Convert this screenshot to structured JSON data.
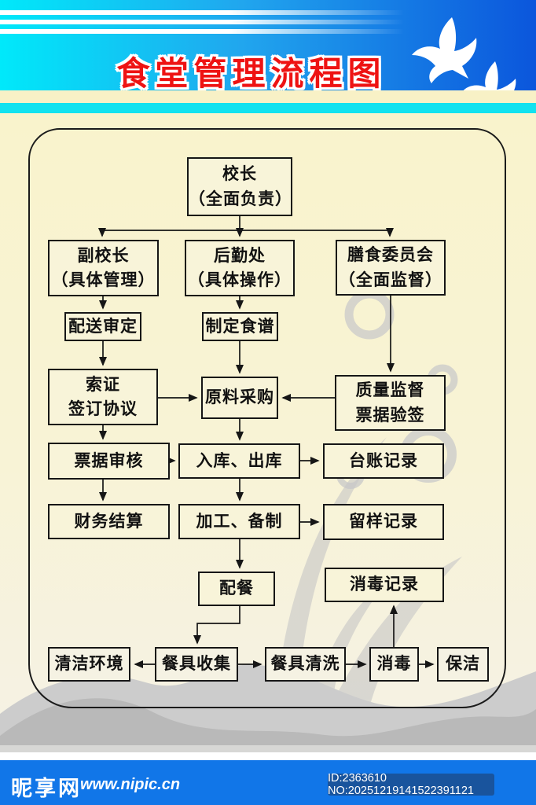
{
  "header": {
    "title": "食堂管理流程图"
  },
  "flowchart": {
    "nodes": {
      "principal": {
        "label": "校长\n（全面负责）"
      },
      "vice_principal": {
        "label": "副校长\n（具体管理）"
      },
      "logistics": {
        "label": "后勤处\n（具体操作）"
      },
      "committee": {
        "label": "膳食委员会\n（全面监督）"
      },
      "delivery_review": {
        "label": "配送审定"
      },
      "menu_making": {
        "label": "制定食谱"
      },
      "certificate": {
        "label": "索证\n签订协议"
      },
      "purchase": {
        "label": "原料采购"
      },
      "quality": {
        "label": "质量监督\n票据验签"
      },
      "invoice_audit": {
        "label": "票据审核"
      },
      "warehouse": {
        "label": "入库、出库"
      },
      "ledger": {
        "label": "台账记录"
      },
      "finance": {
        "label": "财务结算"
      },
      "processing": {
        "label": "加工、备制"
      },
      "sample_record": {
        "label": "留样记录"
      },
      "serving": {
        "label": "配餐"
      },
      "disinfect_record": {
        "label": "消毒记录"
      },
      "clean_env": {
        "label": "清洁环境"
      },
      "collect": {
        "label": "餐具收集"
      },
      "wash": {
        "label": "餐具清洗"
      },
      "disinfect": {
        "label": "消毒"
      },
      "upkeep": {
        "label": "保洁"
      }
    },
    "edges": [
      "校长→副校长",
      "校长→后勤处",
      "校长→膳食委员会",
      "副校长→配送审定",
      "后勤处→制定食谱",
      "膳食委员会→质量监督票据验签",
      "配送审定→索证签订协议",
      "制定食谱→原料采购",
      "索证签订协议→原料采购",
      "质量监督票据验签→原料采购",
      "索证签订协议→票据审核",
      "原料采购→入库、出库",
      "票据审核→入库、出库",
      "入库、出库→台账记录",
      "票据审核→财务结算",
      "入库、出库→加工、备制",
      "加工、备制→留样记录",
      "加工、备制→配餐",
      "配餐→餐具收集",
      "餐具收集→清洁环境",
      "餐具收集→餐具清洗",
      "餐具清洗→消毒",
      "消毒→保洁",
      "消毒→消毒记录"
    ]
  },
  "footer": {
    "logo": "昵享网",
    "site": "www.nipic.cn",
    "id_text": "ID:2363610 NO:20251219141522391121"
  },
  "colors": {
    "header_left": "#00e9fa",
    "header_right": "#0b56dc",
    "title_red": "#ee1313",
    "poster_cream": "#f8f3d2",
    "footer_blue": "#1176e8",
    "id_badge_blue": "#19549d"
  }
}
